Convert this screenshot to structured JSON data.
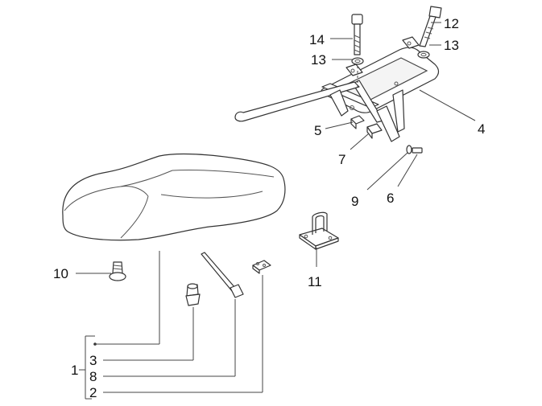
{
  "callouts": {
    "c1": "1",
    "c2": "2",
    "c3": "3",
    "c4": "4",
    "c5": "5",
    "c6": "6",
    "c7": "7",
    "c8": "8",
    "c9": "9",
    "c10": "10",
    "c11": "11",
    "c12": "12",
    "c13a": "13",
    "c13b": "13",
    "c14": "14"
  },
  "icons": {
    "seat": "saddle-seat-icon",
    "rack": "luggage-rack-icon",
    "latch": "seat-latch-icon",
    "bolt": "bolt-icon",
    "washer": "washer-icon",
    "clip": "clip-icon",
    "cable": "cable-icon",
    "buffer": "rubber-buffer-icon"
  }
}
